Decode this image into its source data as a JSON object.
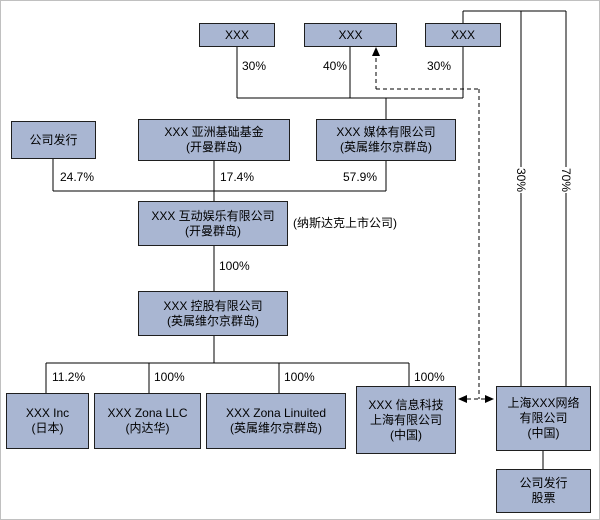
{
  "colors": {
    "box_fill": "#a9b6d2",
    "box_border": "#1f1f1f",
    "line": "#000000"
  },
  "top": {
    "shareholders": [
      {
        "label": "XXX"
      },
      {
        "label": "XXX"
      },
      {
        "label": "XXX"
      }
    ],
    "pcts": [
      "30%",
      "40%",
      "30%"
    ]
  },
  "tier2": {
    "issuer": {
      "l1": "公司发行"
    },
    "fund": {
      "l1": "XXX 亚洲基础基金",
      "l2": "(开曼群岛)"
    },
    "media": {
      "l1": "XXX 媒体有限公司",
      "l2": "(英属维尔京群岛)"
    },
    "pcts": [
      "24.7%",
      "17.4%",
      "57.9%"
    ]
  },
  "listco": {
    "l1": "XXX 互动娱乐有限公司",
    "l2": "(开曼群岛)",
    "note": "(纳斯达克上市公司)",
    "pct": "100%"
  },
  "holdco": {
    "l1": "XXX 控股有限公司",
    "l2": "(英属维尔京群岛)"
  },
  "subs": {
    "pcts": [
      "11.2%",
      "100%",
      "100%",
      "100%"
    ],
    "boxes": [
      {
        "l1": "XXX Inc",
        "l2": "(日本)"
      },
      {
        "l1": "XXX Zona LLC",
        "l2": "(内达华)"
      },
      {
        "l1": "XXX Zona Linuited",
        "l2": "(英属维尔京群岛)"
      },
      {
        "l1": "XXX 信息科技",
        "l2": "上海有限公司",
        "l3": "(中国)"
      }
    ]
  },
  "vie": {
    "l1": "上海XXX网络",
    "l2": "有限公司",
    "l3": "(中国)",
    "pct_left": "30%",
    "pct_right": "70%"
  },
  "stock": {
    "l1": "公司发行",
    "l2": "股票"
  }
}
